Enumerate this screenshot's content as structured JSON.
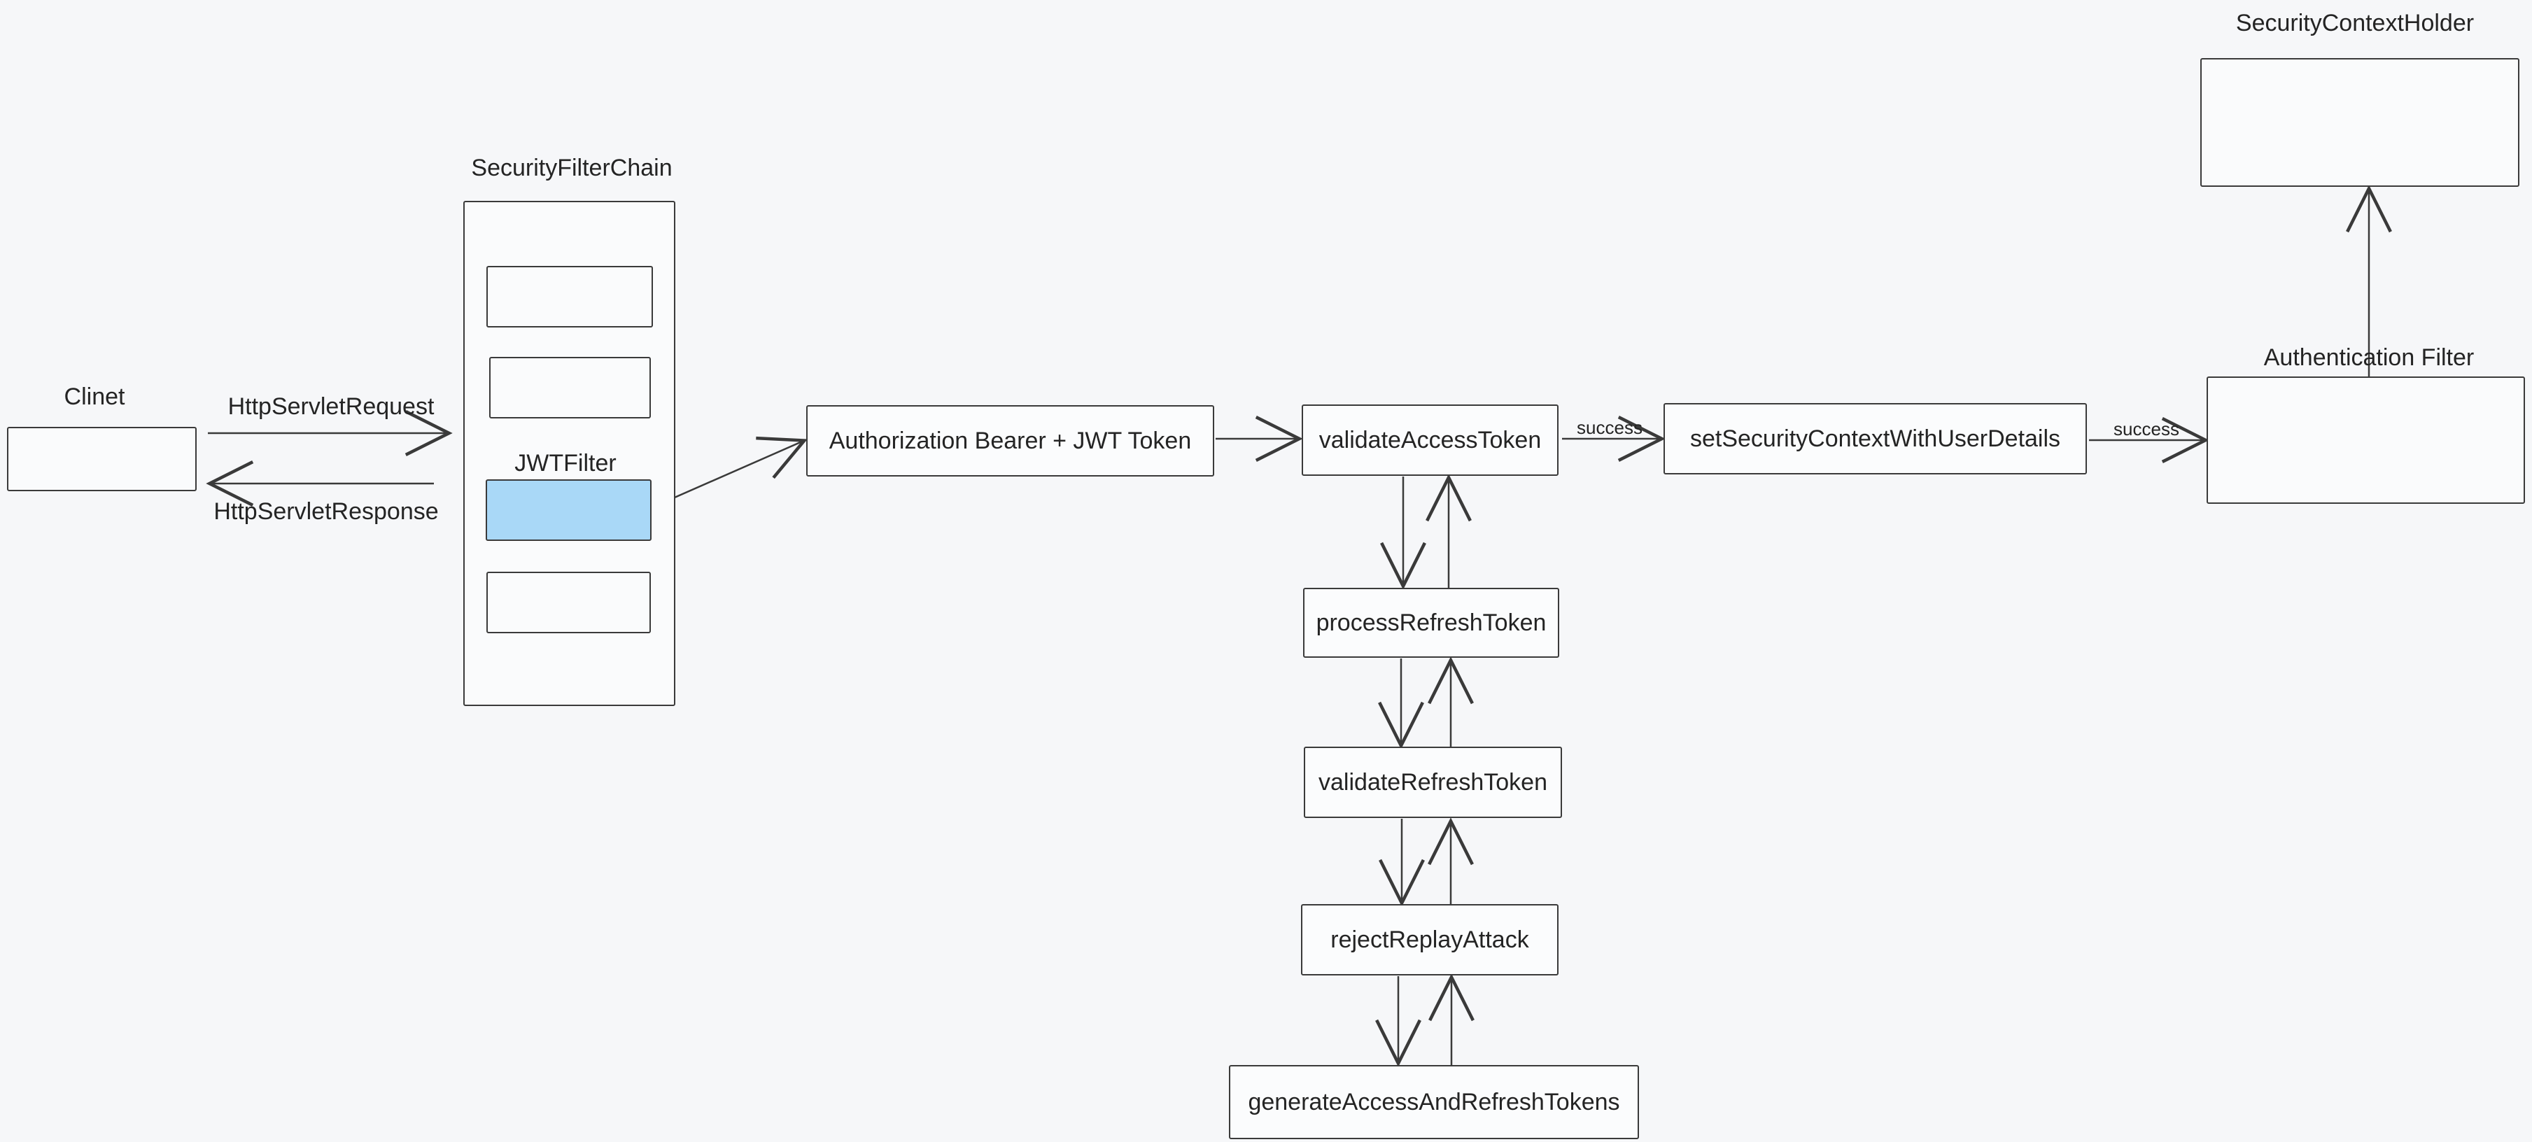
{
  "diagram": {
    "title_note": "JWT authentication flow diagram",
    "colors": {
      "background": "#f6f7f9",
      "stroke": "#3a3a3a",
      "highlight_fill": "#a9d8f7"
    },
    "client": {
      "label": "Clinet"
    },
    "transport": {
      "request_label": "HttpServletRequest",
      "response_label": "HttpServletResponse"
    },
    "filter_chain": {
      "label": "SecurityFilterChain",
      "jwt_filter_label": "JWTFilter"
    },
    "nodes": {
      "authorization": "Authorization Bearer + JWT Token",
      "validate_access": "validateAccessToken",
      "set_security_context": "setSecurityContextWithUserDetails",
      "process_refresh": "processRefreshToken",
      "validate_refresh": "validateRefreshToken",
      "reject_replay": "rejectReplayAttack",
      "generate_tokens": "generateAccessAndRefreshTokens"
    },
    "edge_labels": {
      "success_to_context": "success",
      "success_to_filter": "success"
    },
    "auth_filter": {
      "label": "Authentication Filter"
    },
    "context_holder": {
      "label": "SecurityContextHolder"
    }
  }
}
